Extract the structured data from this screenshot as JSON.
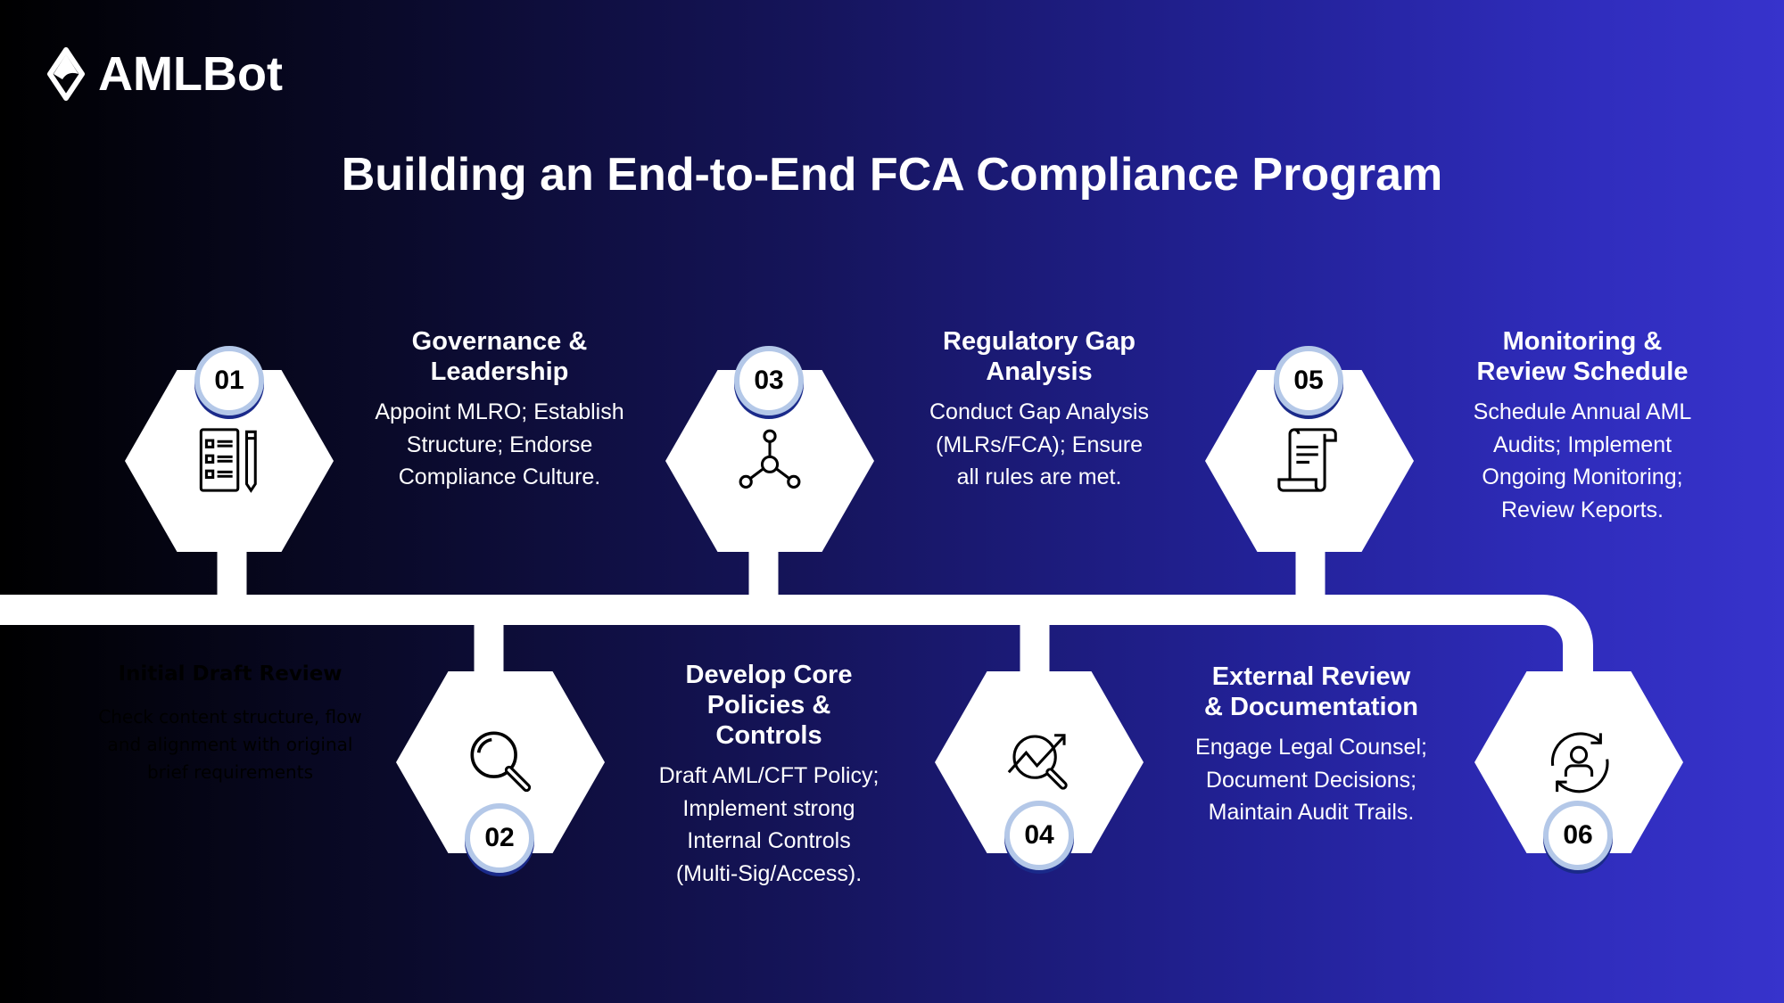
{
  "brand": {
    "name": "AMLBot",
    "logo_icon": "diamond-logo-icon"
  },
  "title": "Building an End-to-End FCA Compliance Program",
  "colors": {
    "ring": "#b4c8e8",
    "bg_left": "#000000",
    "bg_right": "#3733cc"
  },
  "ghost_step": {
    "title": "Initial Draft Review",
    "body": "Check content structure, flow and alignment with original brief requirements"
  },
  "steps": [
    {
      "number": "01",
      "icon": "checklist-pencil-icon",
      "title": "Governance & Leadership",
      "body": "Appoint MLRO; Establish Structure; Endorse Compliance Culture."
    },
    {
      "number": "02",
      "icon": "magnifier-icon",
      "title": "Develop Core Policies & Controls",
      "body": "Draft AML/CFT Policy; Implement strong Internal Controls (Multi-Sig/Access)."
    },
    {
      "number": "03",
      "icon": "network-nodes-icon",
      "title": "Regulatory Gap Analysis",
      "body": "Conduct Gap Analysis (MLRs/FCA); Ensure all rules are met."
    },
    {
      "number": "04",
      "icon": "trend-search-icon",
      "title": "External Review & Documentation",
      "body": "Engage Legal Counsel; Document Decisions; Maintain Audit Trails."
    },
    {
      "number": "05",
      "icon": "scroll-document-icon",
      "title": "Monitoring & Review Schedule",
      "body": "Schedule Annual AML Audits; Implement Ongoing Monitoring; Review Keports."
    },
    {
      "number": "06",
      "icon": "user-refresh-icon",
      "title": "",
      "body": ""
    }
  ]
}
